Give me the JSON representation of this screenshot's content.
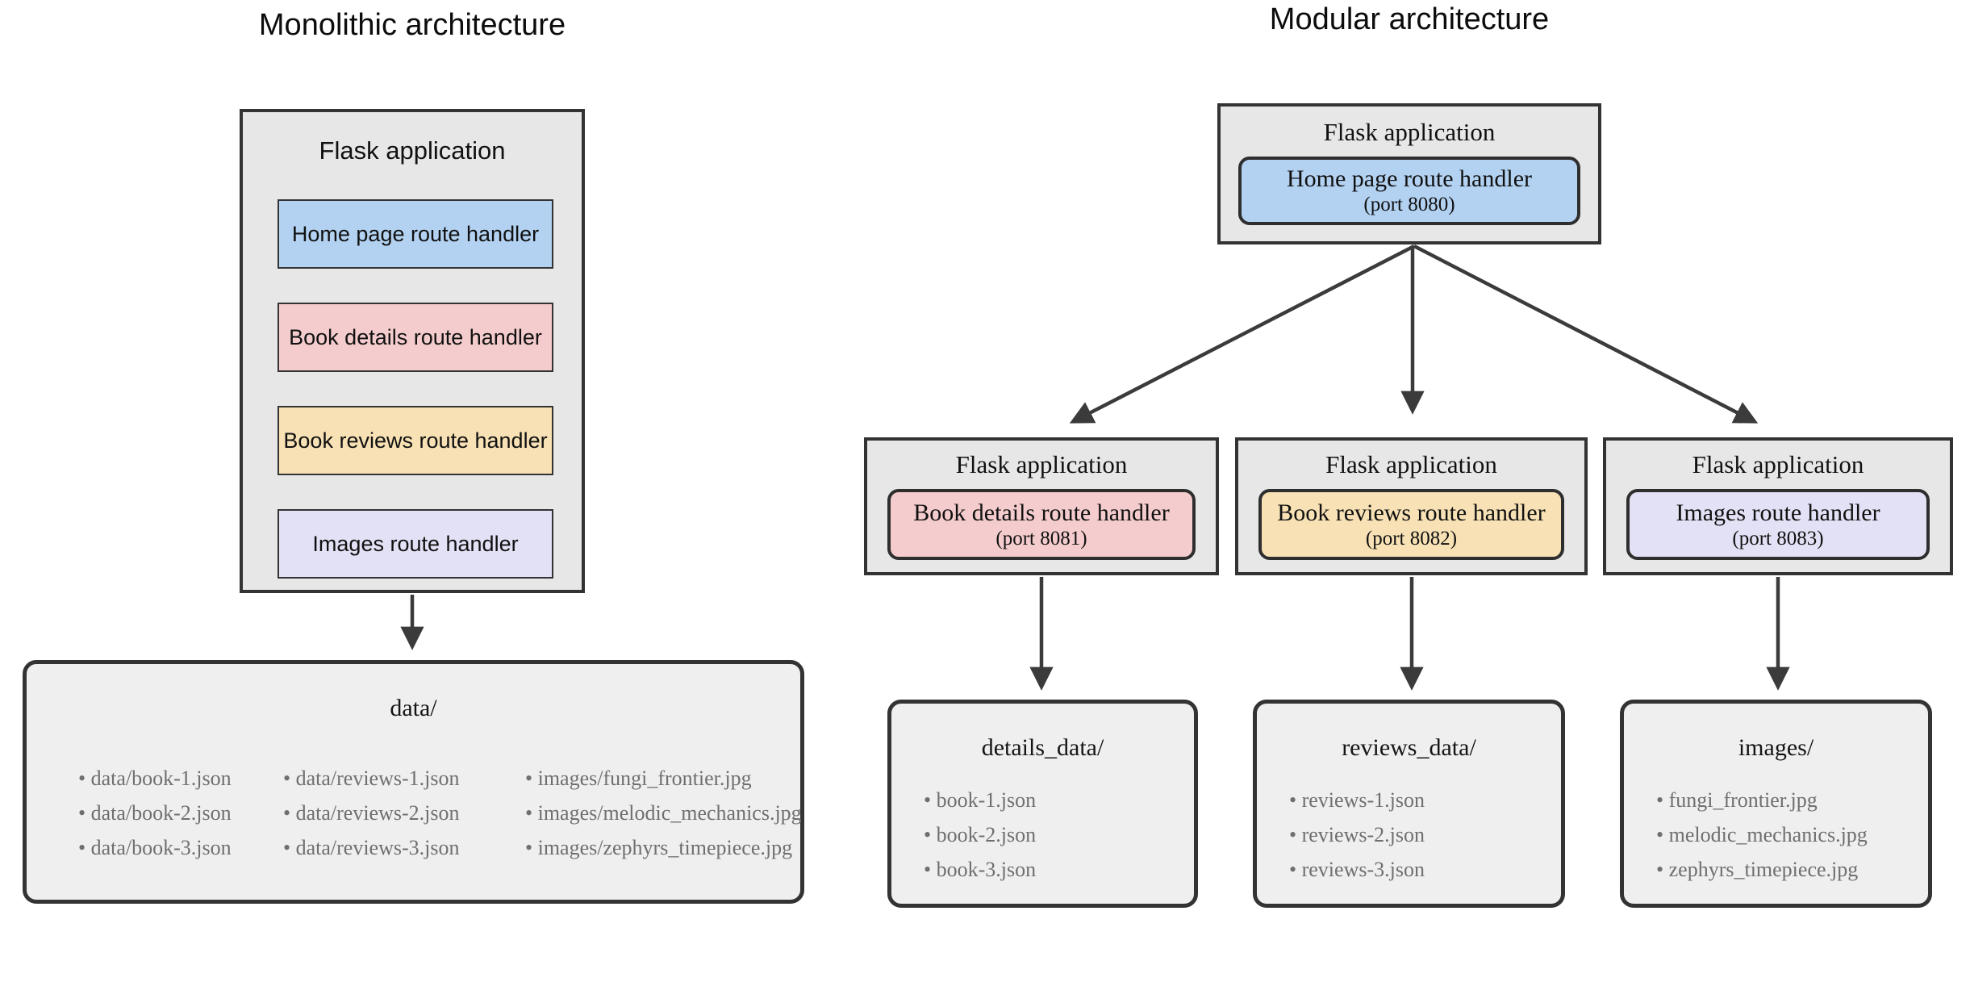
{
  "colors": {
    "blue": "#b3d2f2",
    "pink": "#f5cccd",
    "yellow": "#f8e2b5",
    "lavender": "#e3e1f5",
    "outer_fill": "#e7e7e7",
    "data_fill": "#efefef",
    "border": "#333333",
    "arrow": "#3b3b3b",
    "muted_text": "#6f6f6f"
  },
  "monolithic": {
    "title": "Monolithic architecture",
    "app": {
      "label": "Flask application",
      "handlers": [
        {
          "label": "Home page route handler",
          "color": "#b3d2f2"
        },
        {
          "label": "Book details route handler",
          "color": "#f5cccd"
        },
        {
          "label": "Book reviews route handler",
          "color": "#f8e2b5"
        },
        {
          "label": "Images route handler",
          "color": "#e3e1f5"
        }
      ]
    },
    "data_store": {
      "title": "data/",
      "columns": [
        [
          "data/book-1.json",
          "data/book-2.json",
          "data/book-3.json"
        ],
        [
          "data/reviews-1.json",
          "data/reviews-2.json",
          "data/reviews-3.json"
        ],
        [
          "images/fungi_frontier.jpg",
          "images/melodic_mechanics.jpg",
          "images/zephyrs_timepiece.jpg"
        ]
      ]
    }
  },
  "modular": {
    "title": "Modular architecture",
    "gateway": {
      "label": "Flask application",
      "handler": "Home page route handler",
      "port": "(port 8080)",
      "color": "#b3d2f2"
    },
    "services": [
      {
        "label": "Flask application",
        "handler": "Book details route handler",
        "port": "(port 8081)",
        "color": "#f5cccd",
        "data_store": {
          "title": "details_data/",
          "items": [
            "book-1.json",
            "book-2.json",
            "book-3.json"
          ]
        }
      },
      {
        "label": "Flask application",
        "handler": "Book reviews route handler",
        "port": "(port 8082)",
        "color": "#f8e2b5",
        "data_store": {
          "title": "reviews_data/",
          "items": [
            "reviews-1.json",
            "reviews-2.json",
            "reviews-3.json"
          ]
        }
      },
      {
        "label": "Flask application",
        "handler": "Images route handler",
        "port": "(port 8083)",
        "color": "#e3e1f5",
        "data_store": {
          "title": "images/",
          "items": [
            "fungi_frontier.jpg",
            "melodic_mechanics.jpg",
            "zephyrs_timepiece.jpg"
          ]
        }
      }
    ]
  }
}
